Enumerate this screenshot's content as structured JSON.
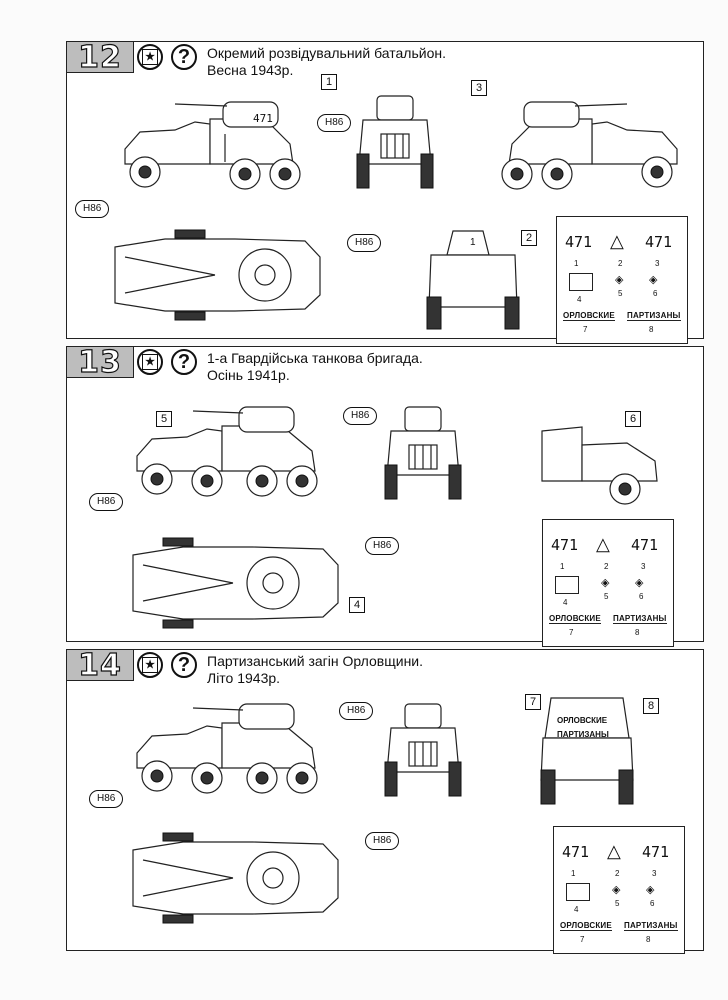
{
  "panels": [
    {
      "step": "12",
      "title_line1": "Окремий розвідувальний батальйон.",
      "title_line2": "Весна 1943р.",
      "callouts": [
        "1",
        "2",
        "3"
      ],
      "paint": "H86",
      "decals": {
        "n1": "471",
        "n3": "471",
        "labels": [
          "1",
          "2",
          "3",
          "4",
          "5",
          "6",
          "7",
          "8"
        ],
        "text7": "ОРЛОВСКИЕ",
        "text8": "ПАРТИЗАНЫ"
      }
    },
    {
      "step": "13",
      "title_line1": "1-а Гвардійська танкова бригада.",
      "title_line2": "Осінь 1941р.",
      "callouts": [
        "5",
        "6",
        "4"
      ],
      "paint": "H86",
      "decals": {
        "n1": "471",
        "n3": "471",
        "labels": [
          "1",
          "2",
          "3",
          "4",
          "5",
          "6",
          "7",
          "8"
        ],
        "text7": "ОРЛОВСКИЕ",
        "text8": "ПАРТИЗАНЫ"
      }
    },
    {
      "step": "14",
      "title_line1": "Партизанський загін Орловщини.",
      "title_line2": "Літо 1943р.",
      "callouts": [
        "7",
        "8"
      ],
      "paint": "H86",
      "decals": {
        "n1": "471",
        "n3": "471",
        "labels": [
          "1",
          "2",
          "3",
          "4",
          "5",
          "6",
          "7",
          "8"
        ],
        "text7": "ОРЛОВСКИЕ",
        "text8": "ПАРТИЗАНЫ"
      }
    }
  ],
  "turret_number": "471",
  "turret_number_rear": "1"
}
